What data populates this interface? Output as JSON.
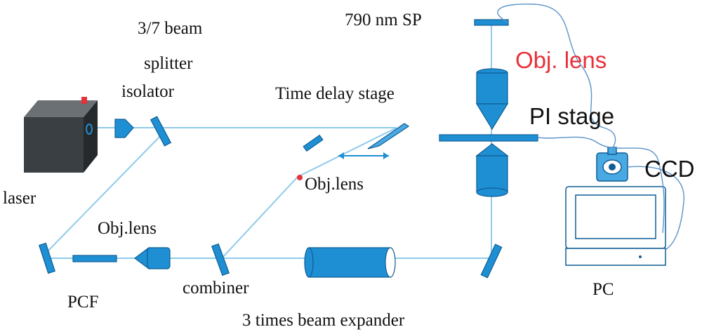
{
  "labels": {
    "laser": "laser",
    "beam_splitter_line1": "3/7 beam",
    "beam_splitter_line2": "splitter",
    "isolator": "isolator",
    "time_delay_stage": "Time delay stage",
    "obj_lens_delay": "Obj.lens",
    "obj_lens_pcf": "Obj.lens",
    "pcf": "PCF",
    "combiner": "combiner",
    "beam_expander": "3 times beam expander",
    "short_pass_filter": "790 nm SP",
    "obj_lens_top": "Obj. lens",
    "pi_stage": "PI stage",
    "ccd": "CCD",
    "pc": "PC"
  },
  "colors": {
    "beam": "#8fcbea",
    "optic": "#1f8fd3",
    "wire": "#5a93c9",
    "highlight_red": "#e8313a",
    "laser_body": "#3a3f44"
  },
  "icons": [
    "laser-box",
    "isolator-icon",
    "mirror-icon",
    "objective-lens-icon",
    "fiber-icon",
    "beam-expander-icon",
    "ccd-camera-icon",
    "pc-monitor-icon"
  ]
}
